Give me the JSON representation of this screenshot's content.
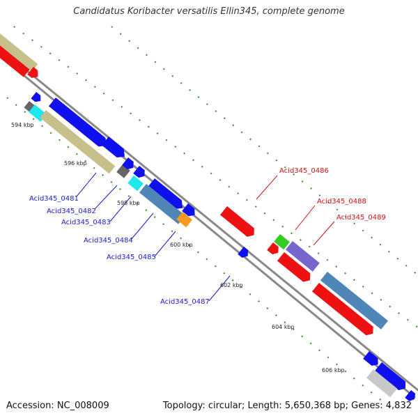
{
  "title": "Candidatus Koribacter versatilis Ellin345, complete genome",
  "footer": {
    "accession": "Accession: NC_008009",
    "stats": "Topology: circular; Length: 5,650,368 bp; Genes: 4,832"
  },
  "colors": {
    "backbone": "#8a8a8a",
    "tick": "#2e8b2e",
    "forward_label": "#1a1acc",
    "reverse_label": "#cc1111",
    "red": "#ee1111",
    "blue": "#1010ee",
    "tan": "#c8c08a",
    "cyan": "#1ee8ee",
    "gray": "#666666",
    "steel": "#4f86b8",
    "orange": "#f59a1e",
    "green": "#33cc22",
    "purple": "#7766cc",
    "lightgray": "#c8c8c8"
  },
  "ticks": [
    {
      "label": "594 kbp"
    },
    {
      "label": "596 kbp"
    },
    {
      "label": "598 kbp"
    },
    {
      "label": "600 kbp"
    },
    {
      "label": "602 kbp"
    },
    {
      "label": "604 kbp"
    },
    {
      "label": "606 kbp"
    }
  ],
  "gene_labels": [
    {
      "text": "Acid345_0481"
    },
    {
      "text": "Acid345_0482"
    },
    {
      "text": "Acid345_0483"
    },
    {
      "text": "Acid345_0484"
    },
    {
      "text": "Acid345_0485"
    },
    {
      "text": "Acid345_0487"
    },
    {
      "text": "Acid345_0486"
    },
    {
      "text": "Acid345_0488"
    },
    {
      "text": "Acid345_0489"
    }
  ]
}
